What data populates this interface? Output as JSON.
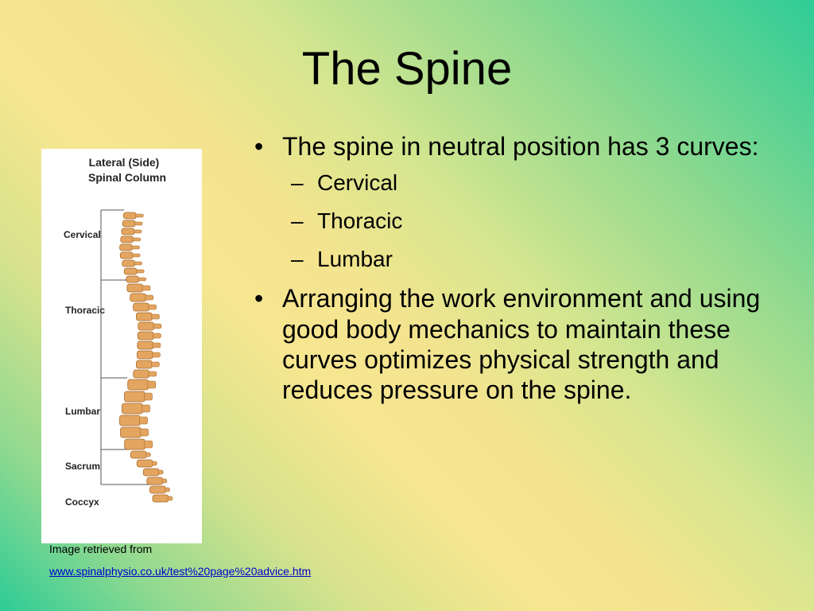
{
  "slide": {
    "title": "The Spine"
  },
  "figure": {
    "heading_line1": "Lateral (Side)",
    "heading_line2": "Spinal Column",
    "labels": [
      "Cervical",
      "Thoracic",
      "Lumbar",
      "Sacrum",
      "Coccyx"
    ],
    "bone_color": "#e3a55f",
    "icon": "spine-illustration"
  },
  "content": {
    "bullets": [
      {
        "text": "The spine in neutral position has 3 curves:",
        "subitems": [
          "Cervical",
          "Thoracic",
          "Lumbar"
        ]
      },
      {
        "text": "Arranging the work environment and using good body mechanics to maintain these curves optimizes physical strength and reduces pressure on the spine."
      }
    ],
    "bullet_marker": "•",
    "sub_marker": "–"
  },
  "credit": {
    "caption": "Image retrieved from",
    "link_text": "www.spinalphysio.co.uk/test%20page%20advice.htm"
  }
}
